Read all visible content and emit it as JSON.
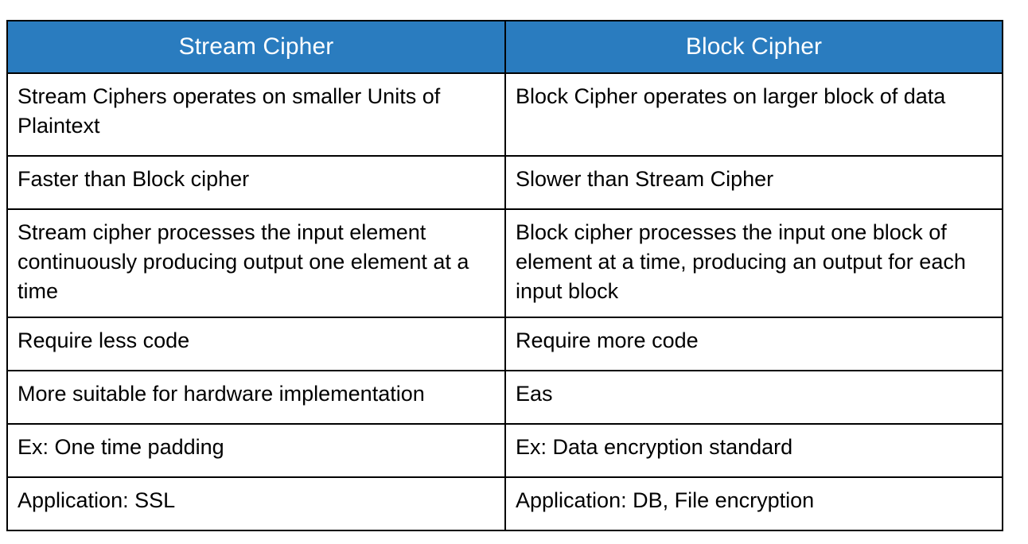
{
  "table": {
    "title": "Stream Cipher vs Block Cipher comparison",
    "header_background": "#2a7cbf",
    "header_text_color": "#ffffff",
    "border_color": "#000000",
    "body_background": "#ffffff",
    "body_text_color": "#000000",
    "columns": [
      {
        "label": "Stream Cipher"
      },
      {
        "label": "Block Cipher"
      }
    ],
    "rows": [
      {
        "left": "Stream Ciphers operates on smaller Units of Plaintext",
        "right": "Block Cipher operates on larger block of data"
      },
      {
        "left": "Faster than Block cipher",
        "right": "Slower than Stream Cipher"
      },
      {
        "left": "Stream cipher processes the input element continuously producing output one element at a time",
        "right": "Block cipher processes the input one block of element at a time, producing an output for each input block"
      },
      {
        "left": "Require less code",
        "right": "Require more code"
      },
      {
        "left": "More suitable for hardware implementation",
        "right": "Eas"
      },
      {
        "left": "Ex: One time padding",
        "right": "Ex: Data encryption standard"
      },
      {
        "left": "Application: SSL",
        "right": "Application: DB, File encryption"
      }
    ]
  }
}
